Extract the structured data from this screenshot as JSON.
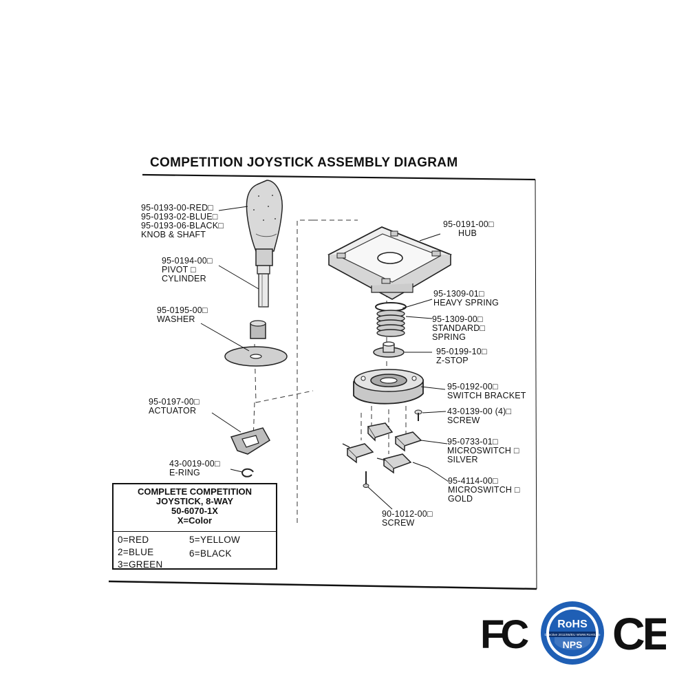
{
  "title": "COMPETITION JOYSTICK ASSEMBLY DIAGRAM",
  "parts": {
    "knob": {
      "lines": [
        "95-0193-00-RED□",
        "95-0193-02-BLUE□",
        "95-0193-06-BLACK□",
        "KNOB & SHAFT"
      ]
    },
    "pivot": {
      "lines": [
        "95-0194-00□",
        "PIVOT □",
        "CYLINDER"
      ]
    },
    "washer": {
      "lines": [
        "95-0195-00□",
        "WASHER"
      ]
    },
    "actuator": {
      "lines": [
        "95-0197-00□",
        "ACTUATOR"
      ]
    },
    "ering": {
      "lines": [
        "43-0019-00□",
        "E-RING"
      ]
    },
    "hub": {
      "lines": [
        "95-0191-00□",
        "HUB"
      ]
    },
    "heavy_spring": {
      "lines": [
        "95-1309-01□",
        "HEAVY SPRING"
      ]
    },
    "standard_spring": {
      "lines": [
        "95-1309-00□",
        "STANDARD□",
        "SPRING"
      ]
    },
    "zstop": {
      "lines": [
        "95-0199-10□",
        "Z-STOP"
      ]
    },
    "switch_bracket": {
      "lines": [
        "95-0192-00□",
        "SWITCH BRACKET"
      ]
    },
    "screw_bracket": {
      "lines": [
        "43-0139-00 (4)□",
        "SCREW"
      ]
    },
    "microswitch_silver": {
      "lines": [
        "95-0733-01□",
        "MICROSWITCH □",
        "SILVER"
      ]
    },
    "microswitch_gold": {
      "lines": [
        "95-4114-00□",
        "MICROSWITCH □",
        "GOLD"
      ]
    },
    "screw_small": {
      "lines": [
        "90-1012-00□",
        "SCREW"
      ]
    }
  },
  "complete_box": {
    "heading": [
      "COMPLETE COMPETITION",
      "JOYSTICK, 8-WAY",
      "50-6070-1X",
      "X=Color"
    ],
    "colors": [
      "0=RED",
      "5=YELLOW",
      "2=BLUE",
      "6=BLACK",
      "3=GREEN"
    ]
  },
  "certifications": {
    "fc": "FC",
    "rohs": {
      "main": "RoHS",
      "ring": "Directive 2011/65/EU  WWW.RoHS.So",
      "bottom": "NPS"
    },
    "ce": "CE",
    "rohs_color": "#1f5fb5"
  }
}
